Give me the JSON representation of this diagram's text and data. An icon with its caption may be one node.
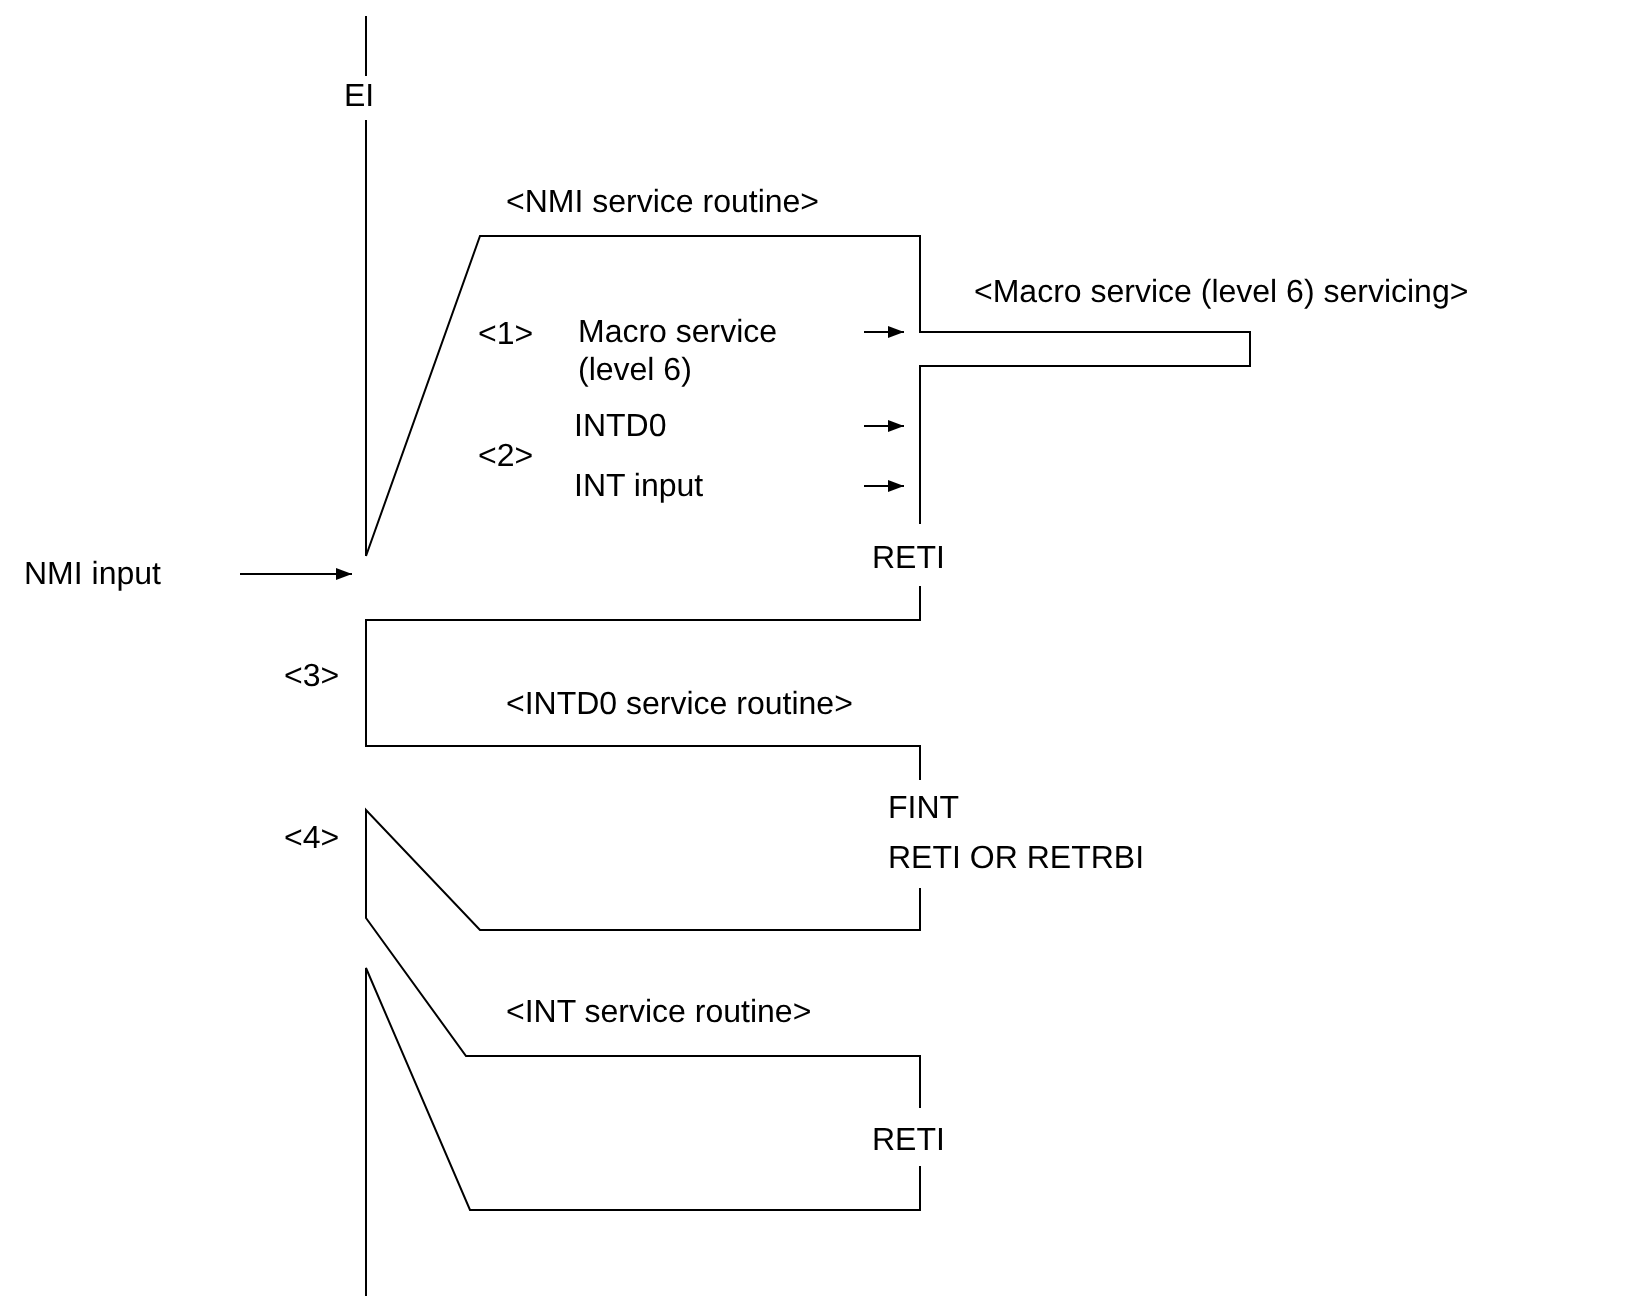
{
  "diagram": {
    "labels": [
      "EI",
      "<NMI service routine>",
      "<Macro service (level 6) servicing>",
      "<1>",
      "Macro service (level 6)",
      "INTD0",
      "<2>",
      "INT input",
      "NMI input",
      "RETI",
      "<3>",
      "<INTD0 service routine>",
      "FINT",
      "RETI OR RETRBI",
      "<4>",
      "<INT service routine>",
      "RETI"
    ]
  }
}
